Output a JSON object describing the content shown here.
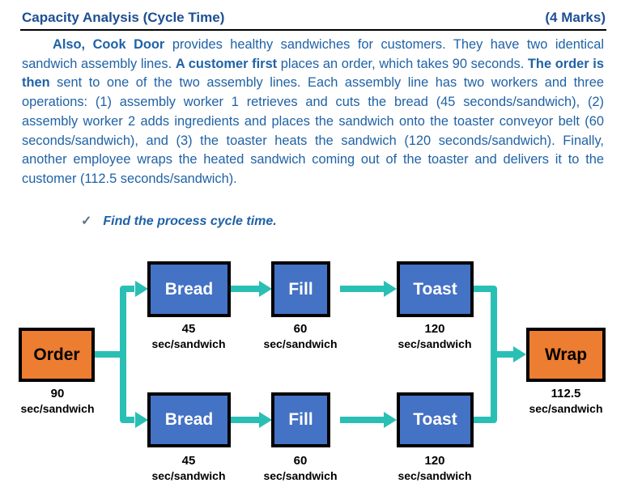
{
  "header": {
    "title": "Capacity Analysis (Cycle Time)",
    "marks": "(4 Marks)"
  },
  "paragraph": {
    "seg1_bold": "Also, Cook Door",
    "seg2": " provides healthy sandwiches for customers. They have two identical sandwich assembly lines. ",
    "seg3_bold": "A customer first",
    "seg4": " places an order, which takes 90 seconds. ",
    "seg5_bold": "The order is then",
    "seg6": " sent to one of the two assembly lines. Each assembly line has two workers and three operations: (1) assembly worker 1 retrieves and cuts the bread (45 seconds/sandwich), (2) assembly worker 2 adds ingredients and places the sandwich onto the toaster conveyor belt (60 seconds/sandwich), and (3) the toaster heats the sandwich (120 seconds/sandwich). Finally, another employee wraps the heated sandwich coming out of the toaster and delivers it to the customer (112.5 seconds/sandwich)."
  },
  "task": {
    "check": "✓",
    "text": "Find the process cycle time."
  },
  "diagram": {
    "order": {
      "label": "Order",
      "time": "90",
      "unit": "sec/sandwich"
    },
    "bread_top": {
      "label": "Bread",
      "time": "45",
      "unit": "sec/sandwich"
    },
    "fill_top": {
      "label": "Fill",
      "time": "60",
      "unit": "sec/sandwich"
    },
    "toast_top": {
      "label": "Toast",
      "time": "120",
      "unit": "sec/sandwich"
    },
    "bread_bottom": {
      "label": "Bread",
      "time": "45",
      "unit": "sec/sandwich"
    },
    "fill_bottom": {
      "label": "Fill",
      "time": "60",
      "unit": "sec/sandwich"
    },
    "toast_bottom": {
      "label": "Toast",
      "time": "120",
      "unit": "sec/sandwich"
    },
    "wrap": {
      "label": "Wrap",
      "time": "112.5",
      "unit": "sec/sandwich"
    }
  },
  "colors": {
    "heading_text": "#1d4f93",
    "body_text": "#2062a6",
    "node_blue": "#4472c4",
    "node_orange": "#ed7d31",
    "connector_teal": "#2abfb4",
    "node_border": "#000000",
    "label_text": "#000000"
  }
}
